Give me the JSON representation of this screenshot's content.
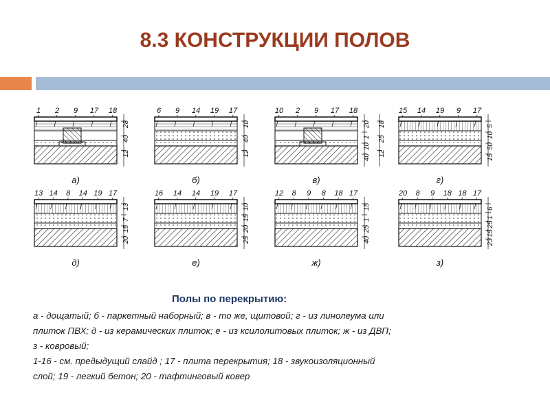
{
  "title": "8.3 КОНСТРУКЦИИ ПОЛОВ",
  "panels": [
    {
      "letter": "а)",
      "nums": [
        "1",
        "2",
        "9",
        "17",
        "18"
      ],
      "dims": [
        "28",
        "40",
        "12"
      ]
    },
    {
      "letter": "б)",
      "nums": [
        "6",
        "9",
        "14",
        "19",
        "17"
      ],
      "dims": [
        "10",
        "40",
        "12"
      ]
    },
    {
      "letter": "в)",
      "nums": [
        "10",
        "2",
        "9",
        "17",
        "18"
      ],
      "dims": [
        "20",
        "1",
        "10",
        "40"
      ]
    },
    {
      "letter": "в)",
      "nums": [
        "10",
        "2",
        "9",
        "17",
        "18"
      ],
      "dims": [
        "18",
        "25",
        "12"
      ]
    },
    {
      "letter": "г)",
      "nums": [
        "15",
        "14",
        "19",
        "9",
        "17"
      ],
      "dims": [
        "5",
        "10",
        "50",
        "15"
      ]
    },
    {
      "letter": "д)",
      "nums": [
        "13",
        "14",
        "8",
        "14",
        "19",
        "17"
      ],
      "dims": [
        "13",
        "7",
        "15",
        "20"
      ]
    },
    {
      "letter": "е)",
      "nums": [
        "16",
        "14",
        "14",
        "19",
        "17"
      ],
      "dims": [
        "10",
        "15",
        "20",
        "25"
      ]
    },
    {
      "letter": "ж)",
      "nums": [
        "12",
        "8",
        "9",
        "8",
        "18",
        "17"
      ],
      "dims": [
        "15",
        "1",
        "25",
        "40"
      ]
    },
    {
      "letter": "з)",
      "nums": [
        "20",
        "8",
        "9",
        "18",
        "18",
        "17"
      ],
      "dims": [
        "6",
        "1",
        "25",
        "15",
        "23"
      ]
    }
  ],
  "caption_title": "Полы по перекрытию:",
  "caption_lines": [
    "а - дощатый; б - паркетный наборный; в - то же, щитовой; г - из линолеума или",
    "плиток ПВХ; д - из керамических плиток; е - из ксилолитовых плиток; ж - из ДВП;",
    "з - ковровый;",
    "1-16 - см. предыдущий слайд ; 17 - плита перекрытия; 18 - звукоизоляционный",
    "слой; 19 - легкий бетон; 20 - тафтинговый ковер"
  ]
}
